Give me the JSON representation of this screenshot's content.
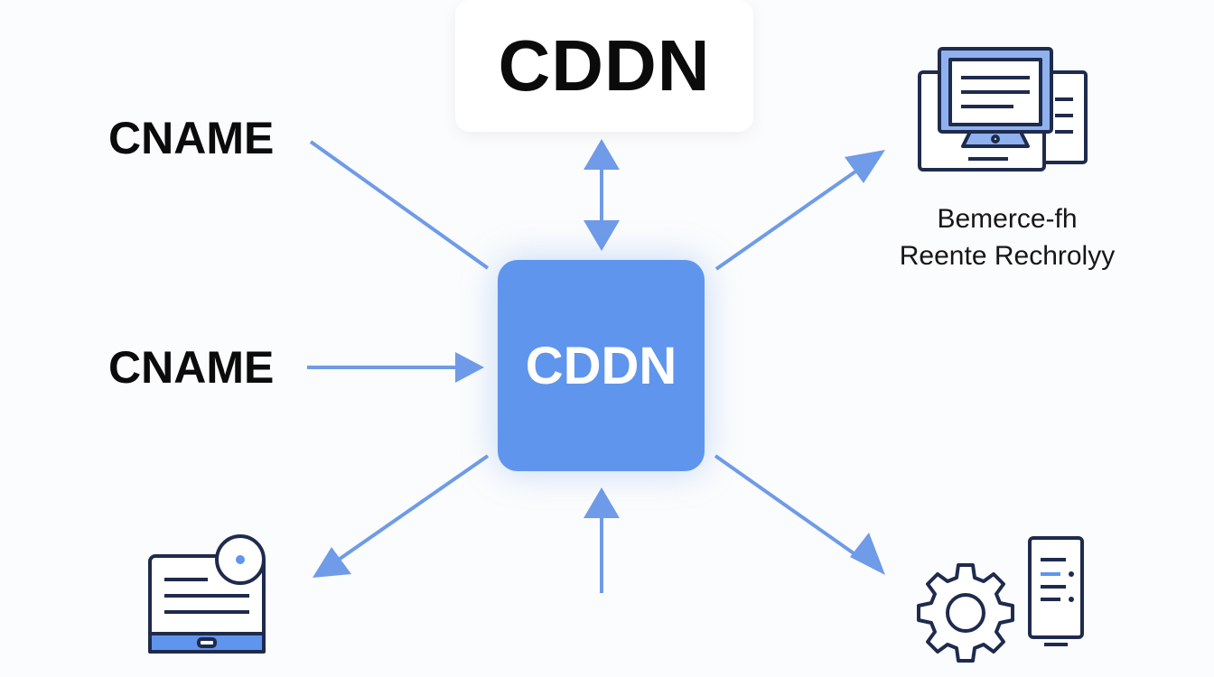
{
  "top": {
    "title": "CDDN"
  },
  "hub": {
    "label": "CDDN"
  },
  "left_labels": [
    "CNAME",
    "CNAME"
  ],
  "right_description": {
    "line1": "Bemerce-fh",
    "line2": "Reente Rechrolyy"
  },
  "colors": {
    "accent": "#5f95ec",
    "arrow": "#6f9be8",
    "icon_stroke": "#1f2b4d",
    "icon_fill": "#8fb2ef"
  },
  "icons": [
    "monitor-icon",
    "tablet-icon",
    "gear-icon",
    "server-icon"
  ]
}
